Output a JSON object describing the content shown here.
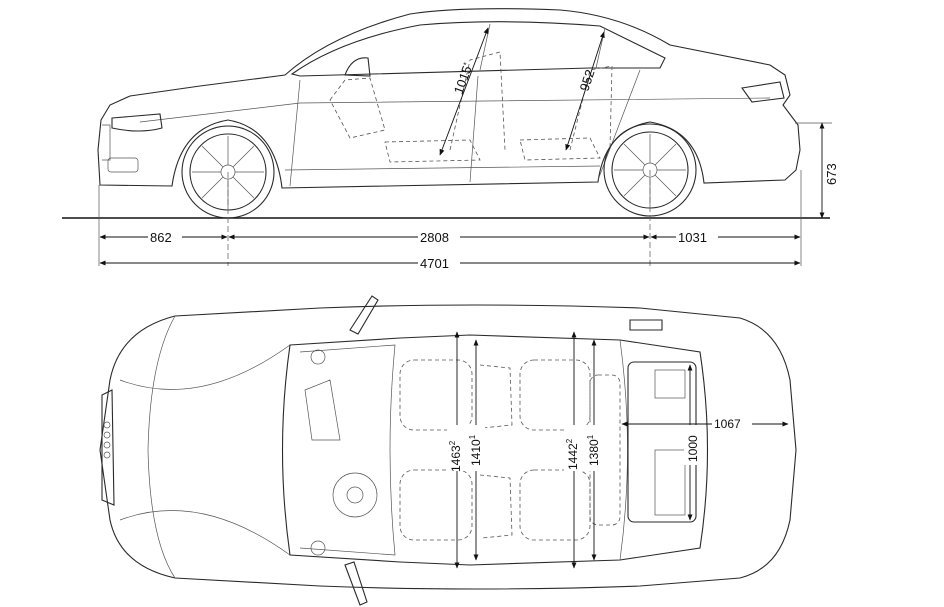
{
  "side_view": {
    "front_overhang": "862",
    "wheelbase": "2808",
    "rear_overhang": "1031",
    "overall_length": "4701",
    "height_trunk_sill": "673",
    "headroom_front": "1015",
    "headroom_front_mark": "*",
    "headroom_rear": "952"
  },
  "top_view": {
    "shoulder_front_a": "1463",
    "shoulder_front_a_note": "2",
    "shoulder_front_b": "1410",
    "shoulder_front_b_note": "1",
    "shoulder_rear_a": "1442",
    "shoulder_rear_a_note": "2",
    "shoulder_rear_b": "1380",
    "shoulder_rear_b_note": "1",
    "trunk_width": "1000",
    "trunk_length": "1067"
  }
}
